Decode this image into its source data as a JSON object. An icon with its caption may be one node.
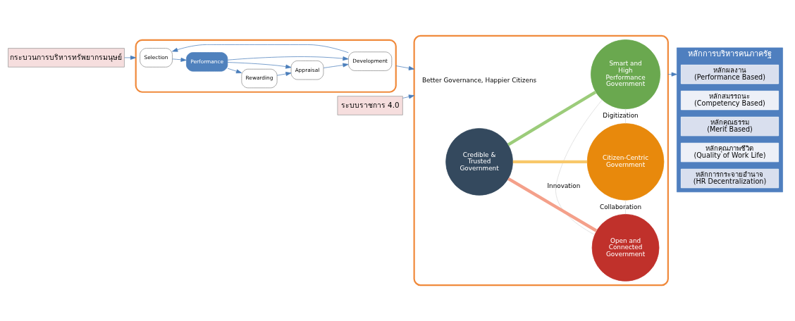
{
  "diagram": {
    "nodes": [
      {
        "text": [
          "กระบวนการบริหารทรัพยากรมนุษย์"
        ]
      },
      {
        "text": [],
        "shape": "box"
      },
      {
        "text": [
          "Selection"
        ],
        "in": 1
      },
      {
        "text": [
          "Performance"
        ],
        "in": 1
      },
      {
        "text": [
          "Rewarding"
        ],
        "in": 1
      },
      {
        "text": [
          "Appraisal"
        ],
        "in": 1
      },
      {
        "text": [
          "Development"
        ],
        "in": 1
      },
      {
        "text": [
          "ระบบราชการ 4.0"
        ]
      },
      {
        "text": [],
        "shape": "box"
      },
      {
        "text": [
          "Better Governance, Happier Citizens"
        ],
        "in": 8
      },
      {
        "text": [
          "Open and Connected Government"
        ],
        "in": 8
      },
      {
        "text": [
          "Credible & Trusted Government"
        ],
        "in": 8
      },
      {
        "text": [
          "Citizen-Centric Government"
        ],
        "in": 8
      },
      {
        "text": [
          "Smart and High Performance Government"
        ],
        "in": 8
      },
      {
        "text": [
          "หลักการบริหารคนภาครัฐ"
        ]
      },
      {
        "text": [
          "หลักผลงาน",
          "(Performance Based)"
        ],
        "in": 14
      },
      {
        "text": [
          "หลักสมรรถนะ",
          "(Competency Based)"
        ],
        "in": 14
      },
      {
        "text": [
          "หลักคุณธรรม",
          "(Merit Based)"
        ],
        "in": 14
      },
      {
        "text": [
          "หลักคุณภาพชีวิต",
          "(Quality of Work Life)"
        ],
        "in": 14
      },
      {
        "text": [
          "หลักการกระจายอำนาจ",
          "(HR Decentralization)"
        ],
        "in": 14
      }
    ],
    "edges": [
      {
        "from": 0,
        "to": 1,
        "arrow": "to"
      },
      {
        "from": 2,
        "to": 3,
        "arrow": "to"
      },
      {
        "from": 3,
        "to": 4,
        "arrow": "to"
      },
      {
        "from": 3,
        "to": 5,
        "arrow": "to"
      },
      {
        "from": 3,
        "to": 6,
        "arrow": "to"
      },
      {
        "from": 4,
        "to": 5,
        "arrow": "to"
      },
      {
        "from": 5,
        "to": 6,
        "arrow": "to"
      },
      {
        "from": 6,
        "to": 2,
        "arrow": "to"
      },
      {
        "from": 1,
        "to": 8,
        "arrow": "to"
      },
      {
        "from": 7,
        "to": 8,
        "arrow": "to"
      },
      {
        "from": 11,
        "to": 10,
        "arrow": "none",
        "style": "thick",
        "color": "#f4a08a"
      },
      {
        "from": 11,
        "to": 12,
        "arrow": "none",
        "style": "thick",
        "color": "#f8c86a"
      },
      {
        "from": 11,
        "to": 13,
        "arrow": "none",
        "style": "thick",
        "color": "#9ccc7a"
      },
      {
        "from": 10,
        "to": 12,
        "label": "Collaboration",
        "arrow": "none",
        "color": "#d9d9d9"
      },
      {
        "from": 10,
        "to": 13,
        "label": "Innovation",
        "arrow": "none",
        "color": "#d9d9d9"
      },
      {
        "from": 12,
        "to": 13,
        "label": "Digitization",
        "arrow": "none",
        "color": "#d9d9d9"
      },
      {
        "from": 8,
        "to": 14,
        "arrow": "to"
      }
    ]
  }
}
